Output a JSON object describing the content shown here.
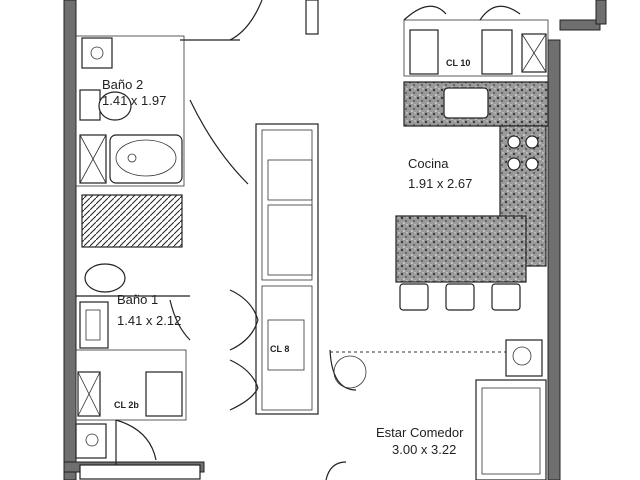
{
  "rooms": {
    "bano2": {
      "name": "Baño 2",
      "dims": "1.41 x 1.97"
    },
    "bano1": {
      "name": "Baño 1",
      "dims": "1.41 x 2.12"
    },
    "cocina": {
      "name": "Cocina",
      "dims": "1.91 x 2.67"
    },
    "estar": {
      "name": "Estar Comedor",
      "dims": "3.00 x 3.22"
    }
  },
  "closets": {
    "cl10": "CL 10",
    "cl8": "CL 8",
    "cl2b": "CL 2b"
  }
}
